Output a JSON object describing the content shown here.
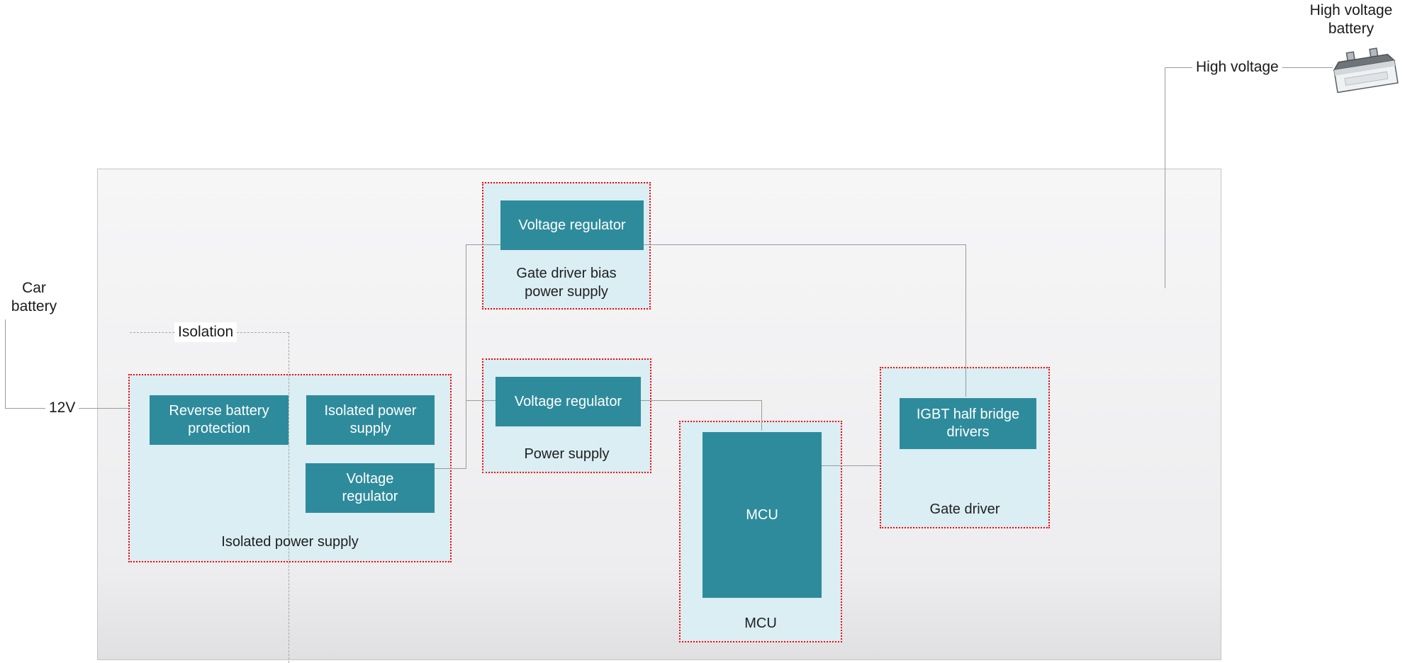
{
  "colors": {
    "teal": "#2E8B9C",
    "group_bg": "#DAEEF3",
    "group_border": "#FF0000",
    "connector": "#9B9B9B",
    "dashed": "#A6A6A6",
    "board_border": "#C5C5C7"
  },
  "external": {
    "car_battery": "Car\nbattery",
    "v12": "12V",
    "isolation": "Isolation",
    "high_voltage": "High voltage",
    "high_voltage_battery": "High voltage\nbattery"
  },
  "groups": {
    "isolated": {
      "label": "Isolated power supply",
      "blocks": {
        "reverse_battery": "Reverse battery\nprotection",
        "isolated_supply": "Isolated power\nsupply",
        "voltage_regulator": "Voltage\nregulator"
      }
    },
    "bias": {
      "label": "Gate driver bias\npower supply",
      "blocks": {
        "voltage_regulator": "Voltage regulator"
      }
    },
    "power": {
      "label": "Power supply",
      "blocks": {
        "voltage_regulator": "Voltage regulator"
      }
    },
    "mcu": {
      "label": "MCU",
      "blocks": {
        "mcu": "MCU"
      }
    },
    "gate_driver": {
      "label": "Gate driver",
      "blocks": {
        "igbt": "IGBT half bridge\ndrivers"
      }
    }
  }
}
